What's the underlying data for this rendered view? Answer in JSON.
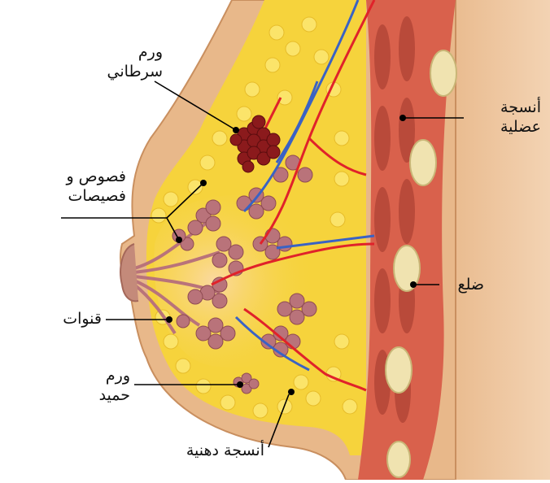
{
  "labels": {
    "malignant_tumor": {
      "line1": "ورم",
      "line2": "سرطاني"
    },
    "lobes_lobules": {
      "line1": "فصوص و",
      "line2": "فصيصات"
    },
    "ducts": "قنوات",
    "benign_tumor": {
      "line1": "ورم",
      "line2": "حميد"
    },
    "fatty_tissue": "أنسجة دهنية",
    "muscle_tissue": {
      "line1": "أنسجة",
      "line2": "عضلية"
    },
    "rib": "ضلع"
  },
  "colors": {
    "skin": "#e8b88a",
    "skin_edge": "#c98f5f",
    "fat": "#f6d33c",
    "fat_globule": "#fbe46a",
    "lobule": "#b9737a",
    "lobule_dark": "#8f4b52",
    "tumor": "#8b1a1c",
    "muscle": "#d9614c",
    "rib": "#f0e3b0",
    "artery": "#e0222a",
    "vein": "#3a62c4"
  }
}
